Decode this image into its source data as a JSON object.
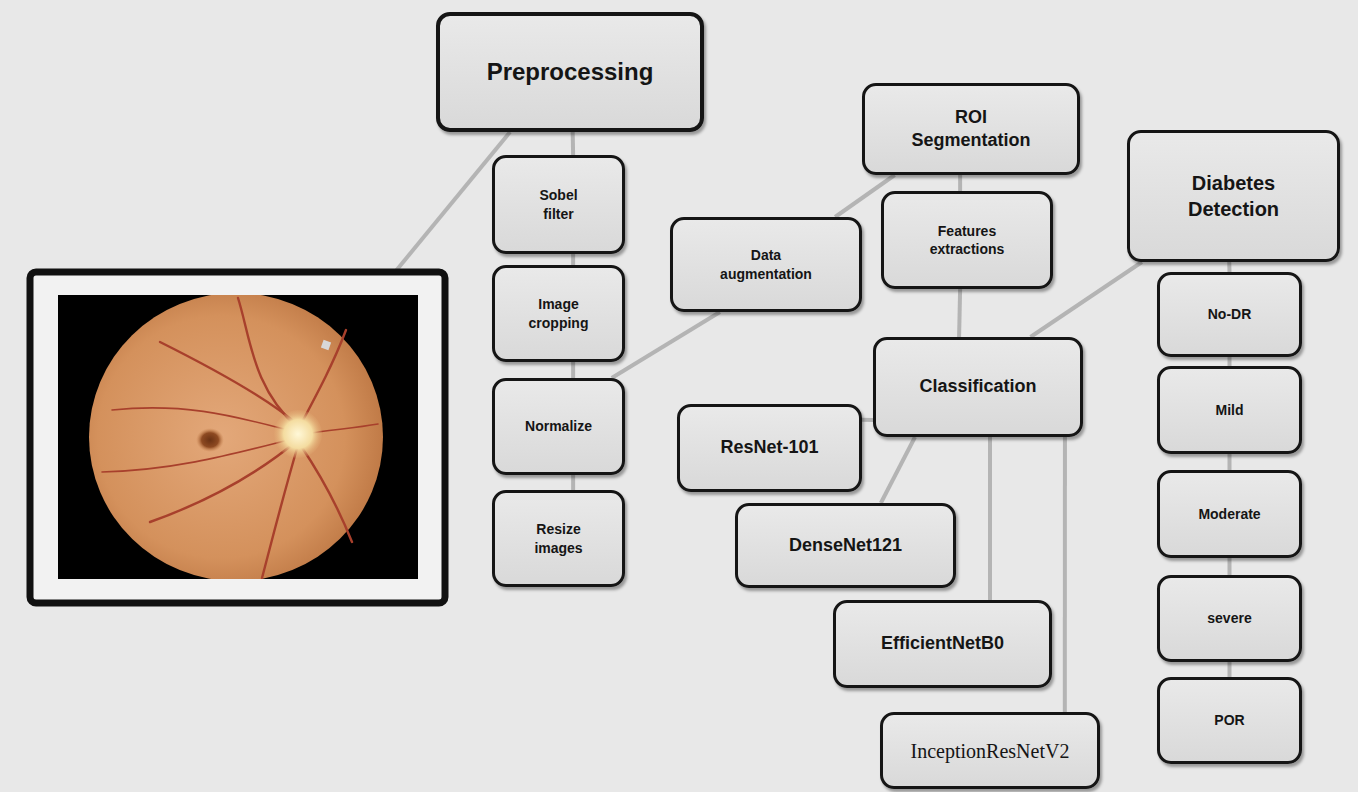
{
  "diagram": {
    "nodes": [
      {
        "text": [
          "Preprocessing"
        ]
      },
      {
        "text": [
          "Sobel filter"
        ]
      },
      {
        "text": [
          "Image cropping"
        ]
      },
      {
        "text": [
          "Normalize"
        ]
      },
      {
        "text": [
          "Resize images"
        ]
      },
      {
        "text": [
          "Data augmentation"
        ]
      },
      {
        "text": [
          "ROI Segmentation"
        ]
      },
      {
        "text": [
          "Features extractions"
        ]
      },
      {
        "text": [
          "Classification"
        ]
      },
      {
        "text": [
          "ResNet-101"
        ]
      },
      {
        "text": [
          "DenseNet121"
        ]
      },
      {
        "text": [
          "EfficientNetB0"
        ]
      },
      {
        "text": [
          "InceptionResNetV2"
        ]
      },
      {
        "text": [
          "Diabetes Detection"
        ]
      },
      {
        "text": [
          "No-DR"
        ]
      },
      {
        "text": [
          "Mild"
        ]
      },
      {
        "text": [
          "Moderate"
        ]
      },
      {
        "text": [
          "severe"
        ]
      },
      {
        "text": [
          "POR"
        ]
      }
    ],
    "edges": [
      {
        "from": 0,
        "to": 1,
        "arrow": "none"
      },
      {
        "from": 1,
        "to": 2,
        "arrow": "none"
      },
      {
        "from": 2,
        "to": 3,
        "arrow": "none"
      },
      {
        "from": 3,
        "to": 4,
        "arrow": "none"
      },
      {
        "from": 3,
        "to": 5,
        "arrow": "none"
      },
      {
        "from": 5,
        "to": 6,
        "arrow": "none"
      },
      {
        "from": 6,
        "to": 7,
        "arrow": "none"
      },
      {
        "from": 7,
        "to": 8,
        "arrow": "none"
      },
      {
        "from": 8,
        "to": 9,
        "arrow": "none"
      },
      {
        "from": 8,
        "to": 10,
        "arrow": "none"
      },
      {
        "from": 8,
        "to": 11,
        "arrow": "none"
      },
      {
        "from": 8,
        "to": 12,
        "arrow": "none"
      },
      {
        "from": 8,
        "to": 13,
        "arrow": "none"
      },
      {
        "from": 13,
        "to": 14,
        "arrow": "none"
      },
      {
        "from": 14,
        "to": 15,
        "arrow": "none"
      },
      {
        "from": 15,
        "to": 16,
        "arrow": "none"
      },
      {
        "from": 16,
        "to": 17,
        "arrow": "none"
      },
      {
        "from": 17,
        "to": 18,
        "arrow": "none"
      }
    ]
  }
}
